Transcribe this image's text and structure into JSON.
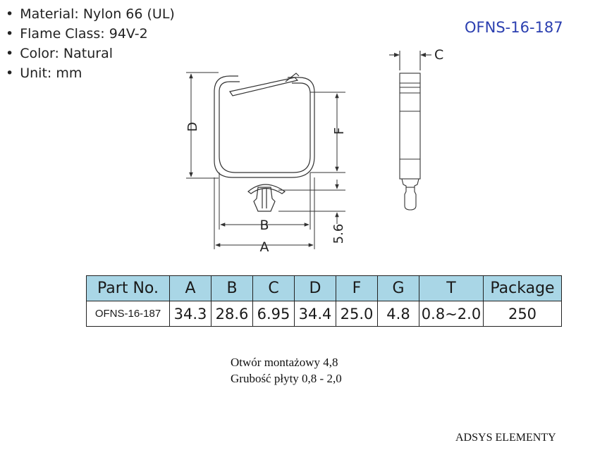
{
  "specs": [
    "Material: Nylon 66 (UL)",
    "Flame Class: 94V-2",
    "Color: Natural",
    "Unit: mm"
  ],
  "part_code": "OFNS-16-187",
  "dimension_labels": {
    "D": "D",
    "F": "F",
    "B": "B",
    "A": "A",
    "G": "5.6",
    "C": "C"
  },
  "table": {
    "headers": [
      "Part No.",
      "A",
      "B",
      "C",
      "D",
      "F",
      "G",
      "T",
      "Package"
    ],
    "rows": [
      [
        "OFNS-16-187",
        "34.3",
        "28.6",
        "6.95",
        "34.4",
        "25.0",
        "4.8",
        "0.8~2.0",
        "250"
      ]
    ]
  },
  "notes": [
    "Otwór montażowy 4,8",
    "Grubość płyty 0,8 - 2,0"
  ],
  "brand": "ADSYS ELEMENTY",
  "colors": {
    "table_header": "#a9d6e6",
    "part_code": "#2b3fb0",
    "line": "#333333"
  }
}
